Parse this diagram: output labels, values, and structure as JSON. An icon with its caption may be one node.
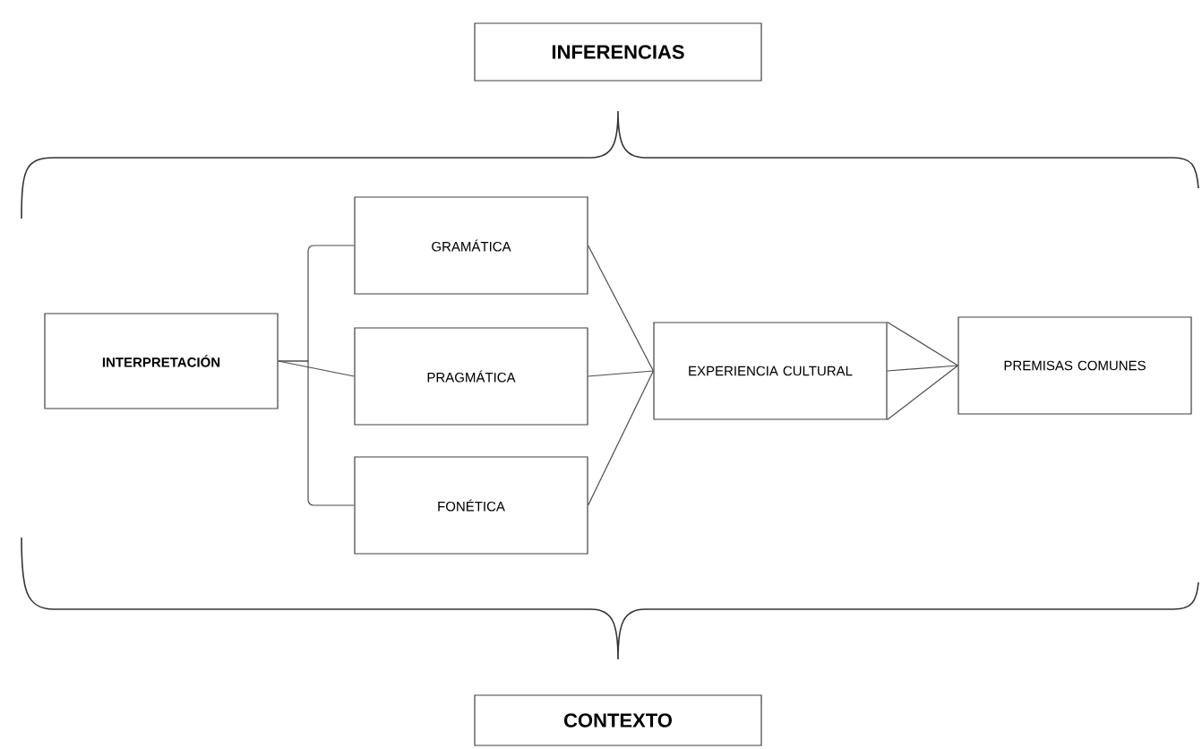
{
  "diagram": {
    "nodes": [
      {
        "text": [
          "INFERENCIAS"
        ]
      },
      {
        "text": [
          "INTERPRETACIÓN"
        ]
      },
      {
        "text": [
          "GRAMÁTICA"
        ]
      },
      {
        "text": [
          "PRAGMÁTICA"
        ]
      },
      {
        "text": [
          "FONÉTICA"
        ]
      },
      {
        "text": [
          "EXPERIENCIA CULTURAL"
        ]
      },
      {
        "text": [
          "PREMISAS COMUNES"
        ]
      },
      {
        "text": [
          "CONTEXTO"
        ]
      }
    ],
    "edges": [
      {
        "from": 1,
        "to": 2,
        "arrow": "none"
      },
      {
        "from": 1,
        "to": 3,
        "arrow": "none"
      },
      {
        "from": 1,
        "to": 4,
        "arrow": "none"
      },
      {
        "from": 2,
        "to": 5,
        "arrow": "none"
      },
      {
        "from": 3,
        "to": 5,
        "arrow": "none"
      },
      {
        "from": 4,
        "to": 5,
        "arrow": "none"
      },
      {
        "from": 5,
        "to": 6,
        "arrow": "none"
      }
    ]
  }
}
